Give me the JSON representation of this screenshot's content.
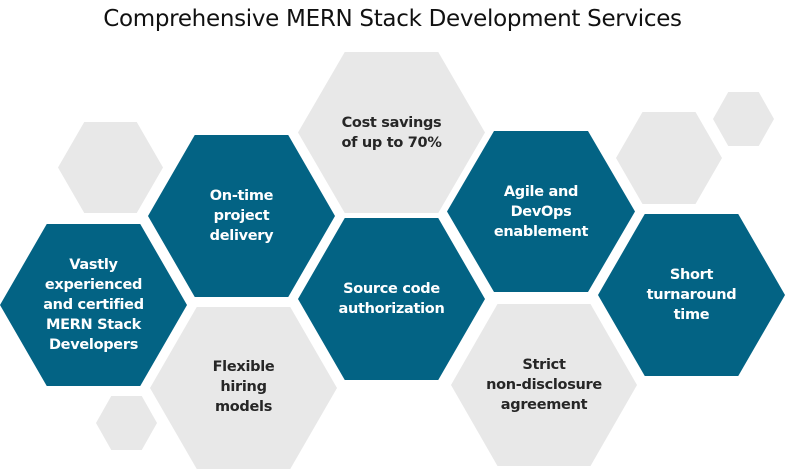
{
  "title": "Comprehensive MERN Stack Development Services",
  "colors": {
    "primary": "#036384",
    "secondary": "#e8e8e8",
    "dark_text": "#262626"
  },
  "services": [
    {
      "label": "Vastly\nexperienced\nand certified\nMERN Stack\nDevelopers",
      "style": "blue"
    },
    {
      "label": "On-time\nproject\ndelivery",
      "style": "blue"
    },
    {
      "label": "Flexible\nhiring\nmodels",
      "style": "gray"
    },
    {
      "label": "Cost savings\nof up to 70%",
      "style": "gray"
    },
    {
      "label": "Source code\nauthorization",
      "style": "blue"
    },
    {
      "label": "Agile and\nDevOps\nenablement",
      "style": "blue"
    },
    {
      "label": "Strict\nnon-disclosure\nagreement",
      "style": "gray"
    },
    {
      "label": "Short\nturnaround\ntime",
      "style": "blue"
    }
  ]
}
